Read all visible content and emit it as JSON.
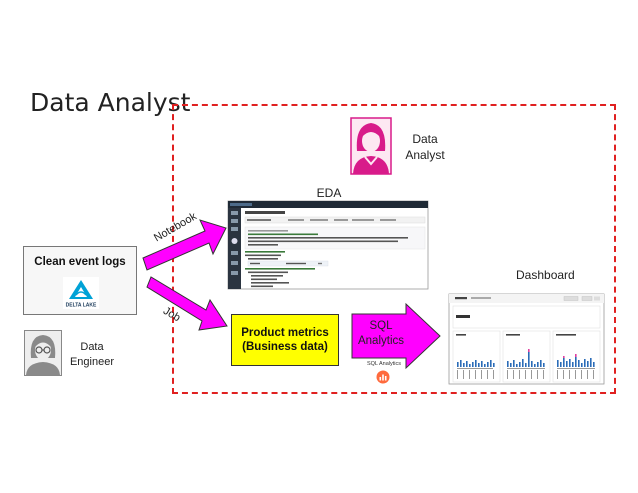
{
  "title": "Data Analyst",
  "analyst_label": [
    "Data",
    "Analyst"
  ],
  "engineer_label": [
    "Data",
    "Engineer"
  ],
  "eda_label": "EDA",
  "dashboard_label": "Dashboard",
  "clean_events": {
    "title": "Clean event logs",
    "logo_text": "DELTA LAKE"
  },
  "product_metrics": {
    "title": "Product metrics",
    "subtitle": "(Business data)"
  },
  "sql": {
    "label": [
      "SQL",
      "Analytics"
    ],
    "small_label": "SQL Analytics"
  },
  "arrows": {
    "notebook": "Notebook",
    "job": "Job"
  },
  "colors": {
    "arrow": "#ff00ff",
    "dashed_border": "#e02020",
    "metrics_box": "#ffff00",
    "analyst": "#d81b8a",
    "engineer": "#8a8a8a",
    "delta": "#00a2d6"
  },
  "icons": {
    "analyst": "user-female-icon",
    "engineer": "user-female-glasses-icon",
    "sql": "sql-analytics-icon",
    "delta": "delta-lake-icon"
  }
}
